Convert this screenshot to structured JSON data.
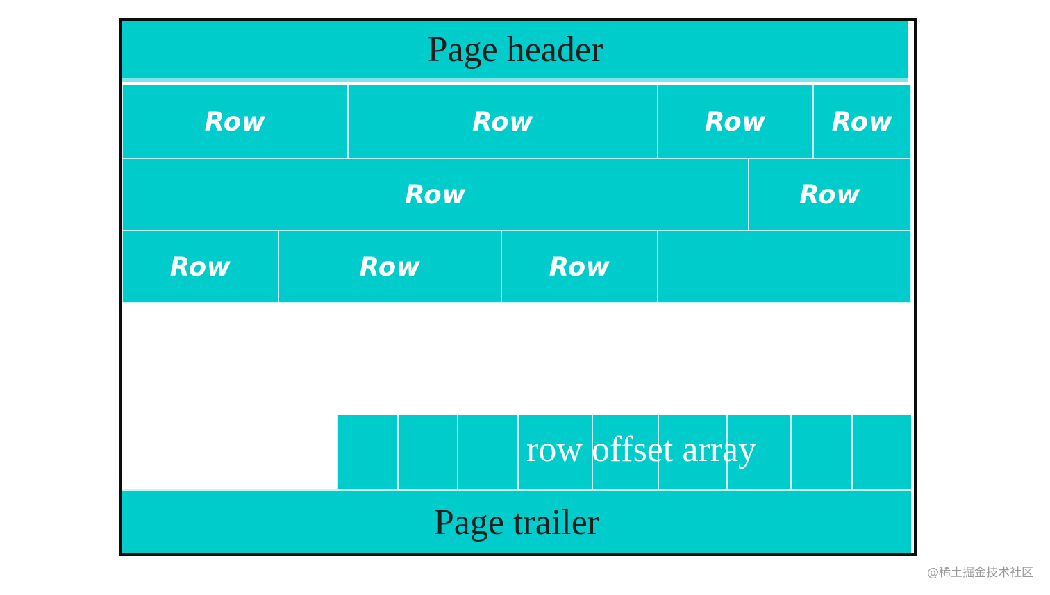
{
  "header": {
    "label": "Page header"
  },
  "rows": {
    "line1": [
      "Row",
      "Row",
      "Row",
      "Row"
    ],
    "line2": [
      "Row",
      "Row"
    ],
    "line3": [
      "Row",
      "Row",
      "Row"
    ]
  },
  "offset_array": {
    "label": "row offset array"
  },
  "trailer": {
    "label": "Page trailer"
  },
  "watermark": "@稀土掘金技术社区",
  "colors": {
    "block": "#00cccc",
    "divider": "#c8f4f4",
    "frame": "#0d0d0d"
  }
}
